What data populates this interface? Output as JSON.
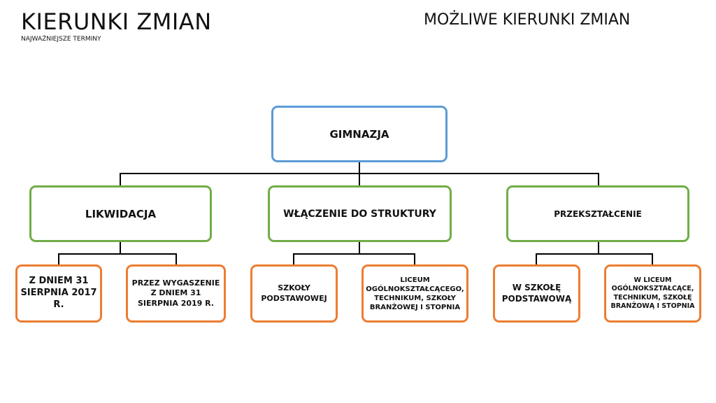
{
  "header": {
    "title": "KIERUNKI ZMIAN",
    "subtitle": "NAJWAŻNIEJSZE TERMINY",
    "right_title": "MOŻLIWE KIERUNKI ZMIAN"
  },
  "colors": {
    "root": "#5b9bd5",
    "level2": "#70ad47",
    "level3": "#ed7d31"
  },
  "root": "GIMNAZJA",
  "branches": [
    {
      "label": "LIKWIDACJA",
      "children": [
        "Z DNIEM 31 SIERPNIA 2017 R.",
        "PRZEZ WYGASZENIE Z DNIEM 31 SIERPNIA 2019 R."
      ]
    },
    {
      "label": "WŁĄCZENIE DO STRUKTURY",
      "children": [
        "SZKOŁY PODSTAWOWEJ",
        "LICEUM OGÓLNOKSZTAŁCĄCEGO, TECHNIKUM, SZKOŁY BRANŻOWEJ I STOPNIA"
      ]
    },
    {
      "label": "PRZEKSZTAŁCENIE",
      "children": [
        "W SZKOŁĘ PODSTAWOWĄ",
        "W LICEUM OGÓLNOKSZTAŁCĄCE, TECHNIKUM, SZKOŁĘ BRANŻOWĄ I STOPNIA"
      ]
    }
  ]
}
